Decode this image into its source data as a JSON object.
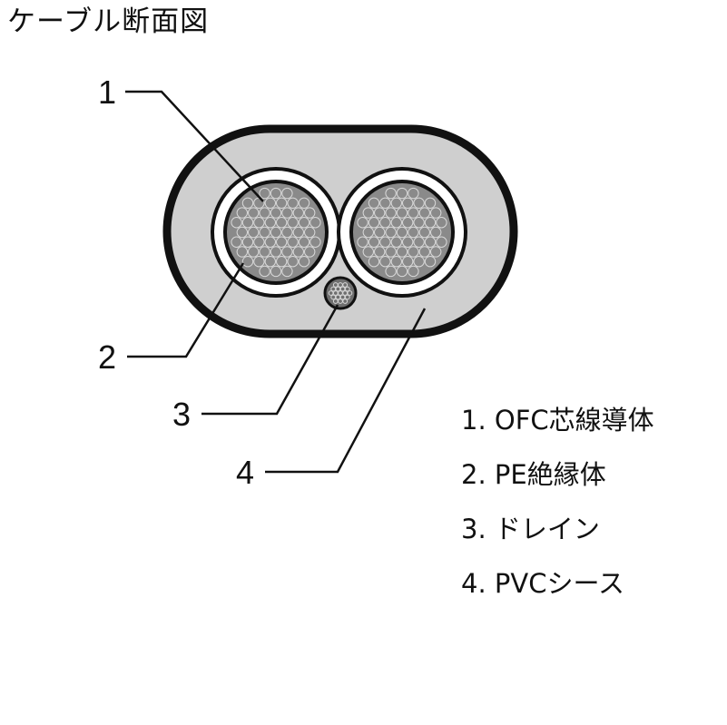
{
  "title": "ケーブル断面図",
  "colors": {
    "outline": "#111111",
    "sheath": "#cfcfcf",
    "insulation": "#ffffff",
    "conductor": "#8a8a8a",
    "strand_edge": "#d8d8d8",
    "drain": "#6f6f6f"
  },
  "callouts": [
    "1",
    "2",
    "3",
    "4"
  ],
  "legend": [
    "1. OFC芯線導体",
    "2. PE絶縁体",
    "3. ドレイン",
    "4. PVCシース"
  ]
}
